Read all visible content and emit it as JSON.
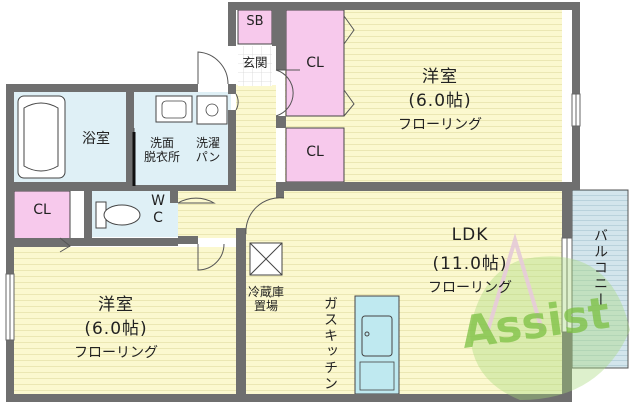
{
  "floorplan": {
    "rooms": {
      "western_top": {
        "name": "洋室",
        "size": "(6.0帖)",
        "floor": "フローリング"
      },
      "western_bottom": {
        "name": "洋室",
        "size": "(6.0帖)",
        "floor": "フローリング"
      },
      "ldk": {
        "name": "LDK",
        "size": "(11.0帖)",
        "floor": "フローリング"
      },
      "bath": "浴室",
      "washroom": "洗面\n脱衣所",
      "laundry_pan": "洗濯\nパン",
      "wc": "W\nC",
      "entrance": "玄関",
      "shoe_box": "SB",
      "closet_top_left": "CL",
      "closet_top_mid": "CL",
      "closet_bottom_left": "CL",
      "fridge": "冷蔵庫\n置場",
      "kitchen": "ガスキッチン",
      "balcony": "バルコニー"
    },
    "watermark": "Assist",
    "colors": {
      "room_floor": "#fbf8cf",
      "room_stripe": "#e9e6b3",
      "wet_area": "#dff0f6",
      "closet": "#f7c9ec",
      "balcony": "#d4e6ec",
      "kitchen": "#bfe9f0",
      "watermark": "#7cc043"
    }
  }
}
